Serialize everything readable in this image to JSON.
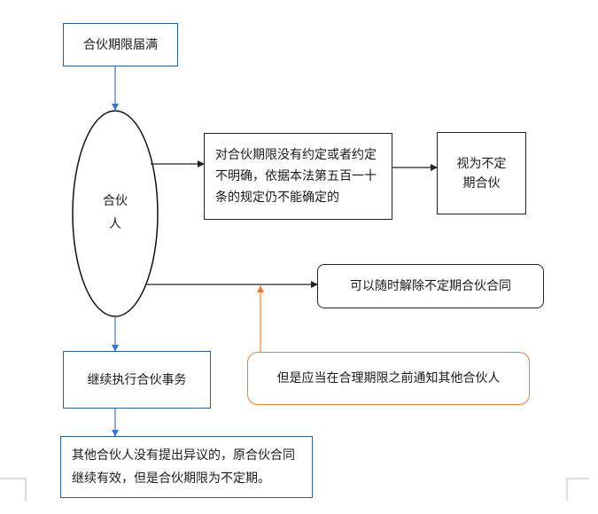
{
  "nodes": {
    "start": "合伙期限届满",
    "partner_line1": "合伙",
    "partner_line2": "人",
    "condition": "对合伙期限没有约定或者约定不明确，依据本法第五百一十条的规定仍不能确定的",
    "indefinite": "视为不定期合伙",
    "terminate": "可以随时解除不定期合伙合同",
    "notice": "但是应当在合理期限之前通知其他合伙人",
    "continue": "继续执行合伙事务",
    "result": "其他合伙人没有提出异议的，原合伙合同继续有效，但是合伙期限为不定期。"
  },
  "colors": {
    "blue_border": "#2e5f8e",
    "blue_arrow": "#4472c4",
    "orange": "#ed7d31",
    "black": "#222222"
  }
}
